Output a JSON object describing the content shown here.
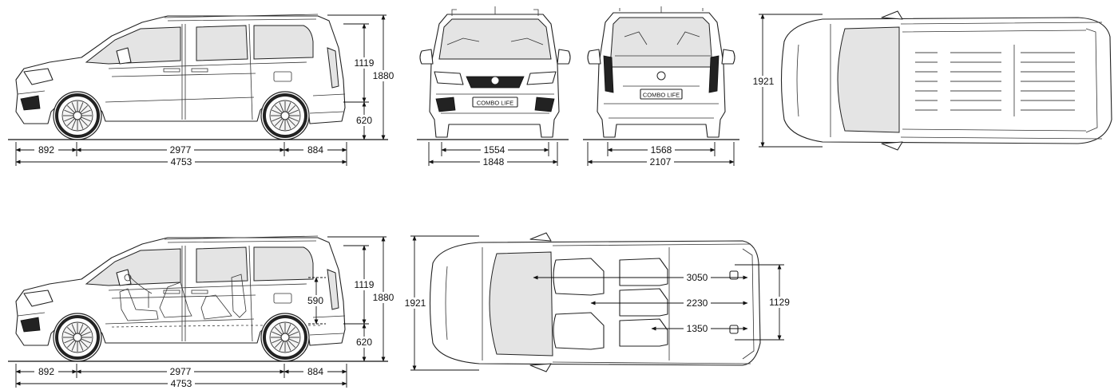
{
  "views": {
    "side_top": {
      "dims": {
        "front_overhang": "892",
        "wheelbase": "2977",
        "rear_overhang": "884",
        "length": "4753",
        "upper_height": "1119",
        "lower_height": "620",
        "height": "1880"
      }
    },
    "front": {
      "badge": "COMBO LIFE",
      "dims": {
        "track": "1554",
        "width": "1848"
      }
    },
    "rear": {
      "badge": "COMBO LIFE",
      "dims": {
        "track": "1568",
        "width_mirrors": "2107"
      }
    },
    "top": {
      "dims": {
        "width": "1921"
      }
    },
    "side_bottom": {
      "dims": {
        "front_overhang": "892",
        "wheelbase": "2977",
        "rear_overhang": "884",
        "length": "4753",
        "upper_height": "1119",
        "lower_height": "620",
        "height": "1880",
        "load_opening_height": "590"
      }
    },
    "interior": {
      "dims": {
        "width": "1921",
        "load_length_row1": "3050",
        "load_length_row2": "2230",
        "load_length_row3": "1350",
        "load_width": "1129"
      }
    }
  }
}
